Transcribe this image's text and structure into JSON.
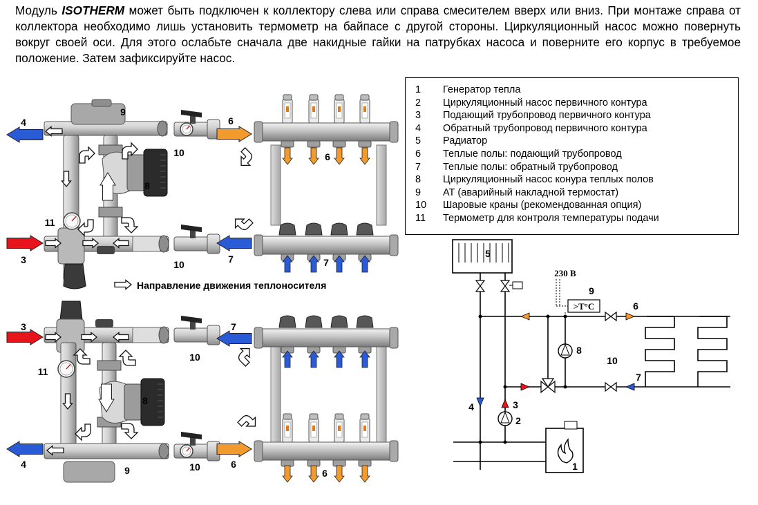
{
  "intro": {
    "prefix": "Модуль ",
    "brand": "ISOTHERM",
    "text": " может быть подключен к коллектору слева или справа смесителем вверх или вниз. При монтаже справа от коллектора необходимо лишь установить термометр на байпасе с другой стороны. Циркуляционный насос можно повернуть вокруг своей оси. Для этого ослабьте сначала две накидные гайки на патрубках насоса и поверните его корпус в требуемое положение. Затем зафиксируйте насос."
  },
  "legend": [
    {
      "num": "1",
      "text": "Генератор тепла"
    },
    {
      "num": "2",
      "text": "Циркуляционный насос первичного контура"
    },
    {
      "num": "3",
      "text": "Подающий трубопровод первичного контура"
    },
    {
      "num": "4",
      "text": "Обратный трубопровод первичного контура"
    },
    {
      "num": "5",
      "text": "Радиатор"
    },
    {
      "num": "6",
      "text": "Теплые полы: подающий трубопровод"
    },
    {
      "num": "7",
      "text": "Теплые полы: обратный трубопровод"
    },
    {
      "num": "8",
      "text": "Циркуляционный насос конура теплых полов"
    },
    {
      "num": "9",
      "text": "АТ (аварийный накладной термостат)"
    },
    {
      "num": "10",
      "text": "Шаровые краны (рекомендованная опция)"
    },
    {
      "num": "11",
      "text": "Термометр для контроля температуры подачи"
    }
  ],
  "flow_note": "Направление движения теплоносителя",
  "labels": {
    "n1": "1",
    "n2": "2",
    "n3": "3",
    "n4": "4",
    "n5": "5",
    "n6": "6",
    "n7": "7",
    "n8": "8",
    "n9": "9",
    "n10": "10",
    "n11": "11"
  },
  "schematic": {
    "voltage": "230 В",
    "thermostat": ">T°C"
  },
  "colors": {
    "supply_red": "#e8141b",
    "return_blue": "#2a5bd7",
    "floor_orange": "#f39a2e",
    "metal": "#c2c2c2",
    "dark": "#333333"
  }
}
